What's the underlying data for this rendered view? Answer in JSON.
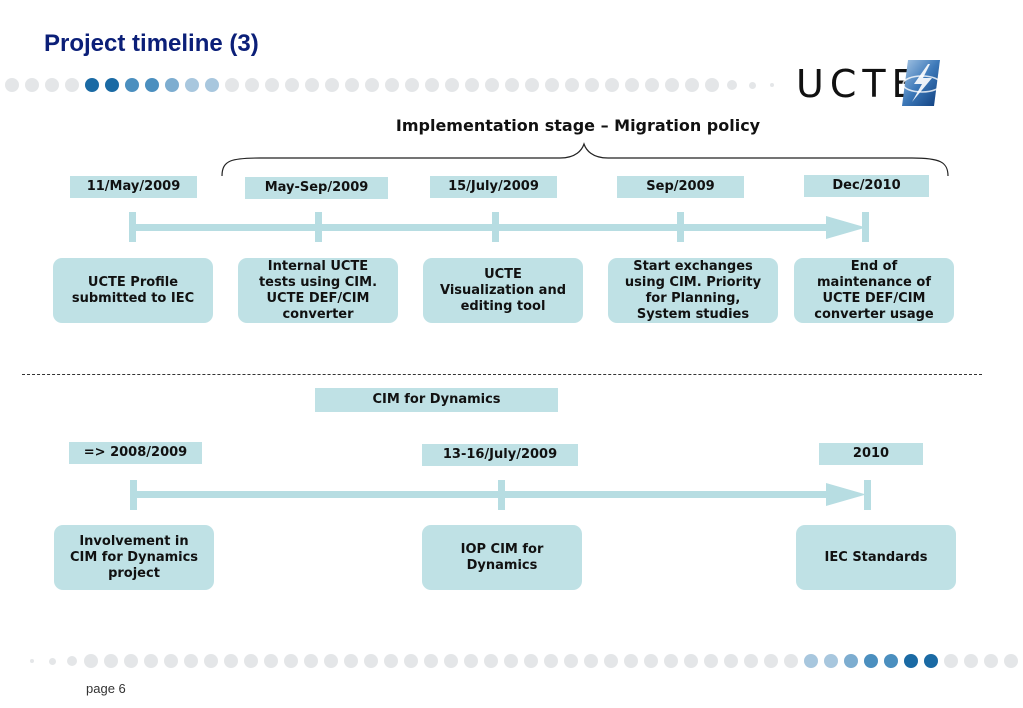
{
  "title": "Project timeline (3)",
  "logo": {
    "text": "UCTE"
  },
  "colors": {
    "box_fill": "#bfe1e5",
    "timeline": "#b7dde2",
    "title": "#0b1f78",
    "dot_light": "#e4e6e8",
    "dot_active": [
      "#1a6aa4",
      "#4b8fbf",
      "#7dadd0",
      "#a8c7de"
    ]
  },
  "section1": {
    "heading": "Implementation stage – Migration policy",
    "milestones": [
      {
        "date": "11/May/2009",
        "text": "UCTE Profile submitted to IEC"
      },
      {
        "date": "May-Sep/2009",
        "text": "Internal UCTE tests using CIM. UCTE DEF/CIM converter"
      },
      {
        "date": "15/July/2009",
        "text": "UCTE Visualization and editing tool"
      },
      {
        "date": "Sep/2009",
        "text": "Start exchanges using CIM. Priority for Planning, System studies"
      },
      {
        "date": "Dec/2010",
        "text": "End of maintenance of UCTE DEF/CIM converter usage"
      }
    ]
  },
  "section2": {
    "heading": "CIM for Dynamics",
    "milestones": [
      {
        "date": "=> 2008/2009",
        "text": "Involvement in CIM for Dynamics project"
      },
      {
        "date": "13-16/July/2009",
        "text": "IOP CIM for Dynamics"
      },
      {
        "date": "2010",
        "text": "IEC Standards"
      }
    ]
  },
  "footer": {
    "page": "page 6"
  }
}
